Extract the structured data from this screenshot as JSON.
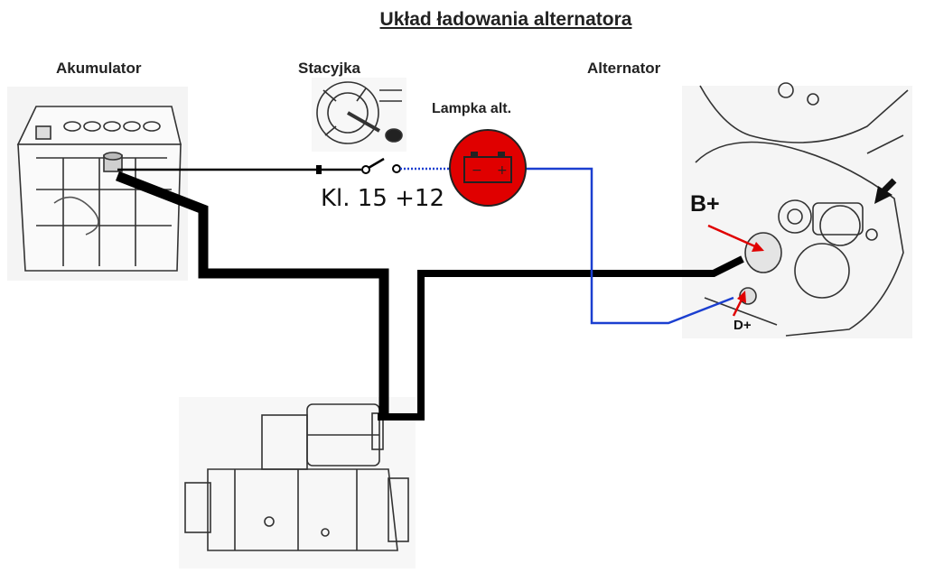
{
  "title": "Układ ładowania alternatora",
  "components": {
    "battery": {
      "label": "Akumulator"
    },
    "ignition_switch": {
      "label": "Stacyjka",
      "terminal_label": "Kl. 15 +12"
    },
    "warning_lamp": {
      "label": "Lampka alt.",
      "minus_symbol": "−",
      "plus_symbol": "+"
    },
    "alternator": {
      "label": "Alternator",
      "terminal_bplus": "B+",
      "terminal_dplus": "D+"
    },
    "starter": {
      "label": ""
    }
  },
  "colors": {
    "main_cable": "#000000",
    "thin_wire": "#000000",
    "lamp_to_dplus_wire": "#1b3fd0",
    "lamp": "#e00000",
    "arrows": "#e00000",
    "drawing": "#333333"
  }
}
